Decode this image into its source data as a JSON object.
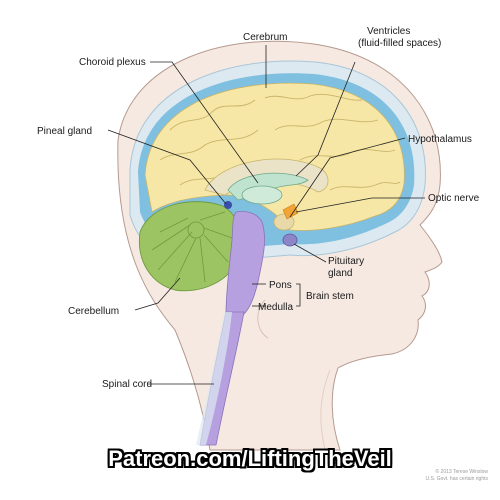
{
  "labels": {
    "cerebrum": "Cerebrum",
    "choroid_plexus": "Choroid plexus",
    "ventricles_line1": "Ventricles",
    "ventricles_line2": "(fluid-filled spaces)",
    "pineal_gland": "Pineal gland",
    "hypothalamus": "Hypothalamus",
    "optic_nerve": "Optic nerve",
    "pituitary_line1": "Pituitary",
    "pituitary_line2": "gland",
    "pons": "Pons",
    "medulla": "Medulla",
    "brain_stem": "Brain stem",
    "cerebellum": "Cerebellum",
    "spinal_cord": "Spinal cord"
  },
  "watermark": "Patreon.com/LiftingTheVeil",
  "copyright_line1": "© 2013 Terese Winslow",
  "copyright_line2": "U.S. Govt. has certain rights",
  "colors": {
    "skin": "#f6e9e2",
    "skin_outline": "#b59a8e",
    "skull": "#dce9f1",
    "csf_blue": "#7fbfe0",
    "cerebrum": "#f6e7a6",
    "cerebrum_fold": "#c9b56a",
    "cerebellum": "#9cc463",
    "brain_stem": "#b7a0df",
    "spinal_cord": "#b7a0df",
    "ventricle": "#bfe3cf",
    "pineal": "#3a4ea8",
    "optic": "#f2a534",
    "watermark_text": "#ffffff"
  }
}
